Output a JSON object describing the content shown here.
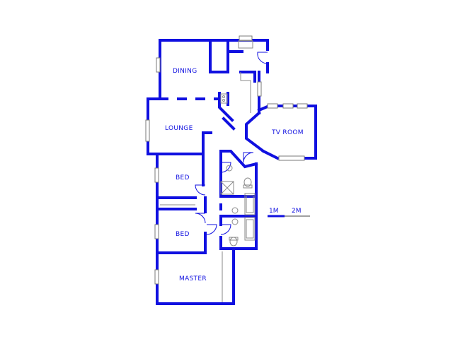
{
  "rooms": {
    "dining": "DINING",
    "lounge": "LOUNGE",
    "tv_room": "TV ROOM",
    "bed_1": "BED",
    "bed_2": "BED",
    "master": "MASTER"
  },
  "scale": {
    "label_1": "1M",
    "label_2": "2M"
  },
  "colors": {
    "wall": "#1010e0",
    "fixture": "#8a8a8a"
  }
}
